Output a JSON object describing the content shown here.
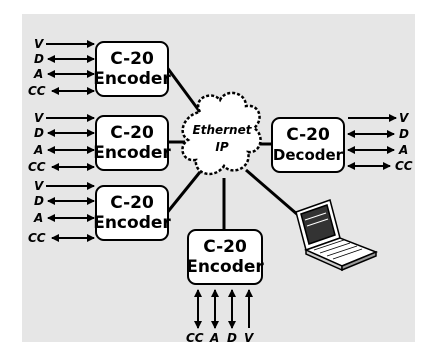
{
  "diagram": {
    "background_color": "#e6e6e6",
    "encoder_top": {
      "title": "C-20",
      "subtitle": "Encoder"
    },
    "encoder_mid": {
      "title": "C-20",
      "subtitle": "Encoder"
    },
    "encoder_low": {
      "title": "C-20",
      "subtitle": "Encoder"
    },
    "encoder_bottom": {
      "title": "C-20",
      "subtitle": "Encoder"
    },
    "decoder": {
      "title": "C-20",
      "subtitle": "Decoder"
    },
    "cloud": {
      "line1": "Ethernet",
      "line2": "IP"
    },
    "signals": {
      "v": "V",
      "d": "D",
      "a": "A",
      "cc": "CC"
    },
    "laptop_icon": "laptop-icon"
  }
}
